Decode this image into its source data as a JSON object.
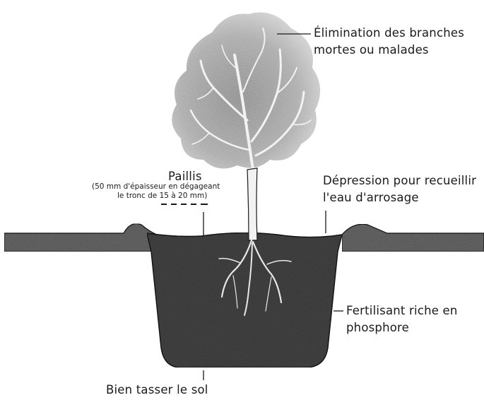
{
  "labels": {
    "pruning_line1": "Élimination des branches",
    "pruning_line2": "mortes ou malades",
    "mulch_title": "Paillis",
    "mulch_detail_line1": "(50 mm d'épaisseur en dégageant",
    "mulch_detail_line2": "le tronc de 15 à 20 mm)",
    "depression_line1": "Dépression pour recueillir",
    "depression_line2": "l'eau d'arrosage",
    "fertilizer_line1": "Fertilisant riche en",
    "fertilizer_line2": "phosphore",
    "tamp_soil": "Bien tasser le sol"
  },
  "colors": {
    "ink": "#1a1a1a",
    "soil_band": "#6e6e6e",
    "pit_fill": "#4a4a4a",
    "canopy": "#8a8a8a",
    "trunk": "#f2f2f2",
    "background": "#ffffff"
  }
}
